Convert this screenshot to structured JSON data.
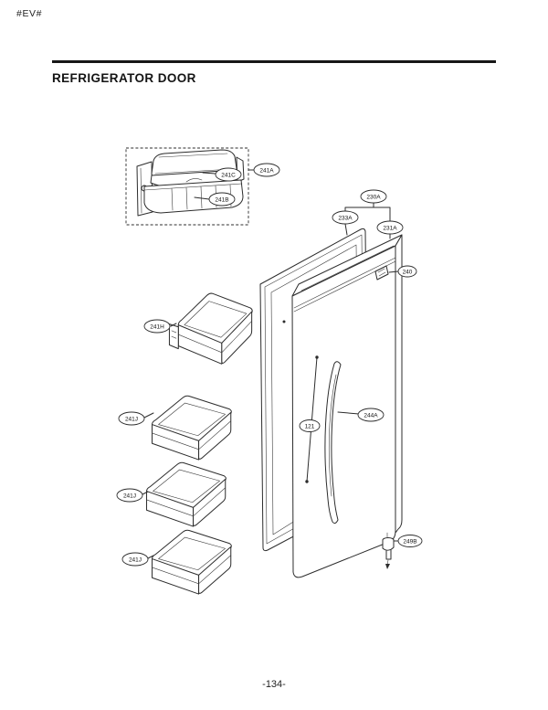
{
  "page": {
    "header_code": "#EV#",
    "title": "REFRIGERATOR DOOR",
    "page_number": "-134-"
  },
  "diagram": {
    "callouts": {
      "cover_cap": "241C",
      "cover_assembly": "241A",
      "cover_body": "241B",
      "door_assembly_group": "230A",
      "door_gasket": "233A",
      "door_panel": "231A",
      "display": "240",
      "handle": "244A",
      "handle_fixer": "121",
      "door_stopper": "249B",
      "basket_upper": "241H",
      "basket_mid1": "241J",
      "basket_mid2": "241J",
      "basket_lower": "241J"
    }
  }
}
